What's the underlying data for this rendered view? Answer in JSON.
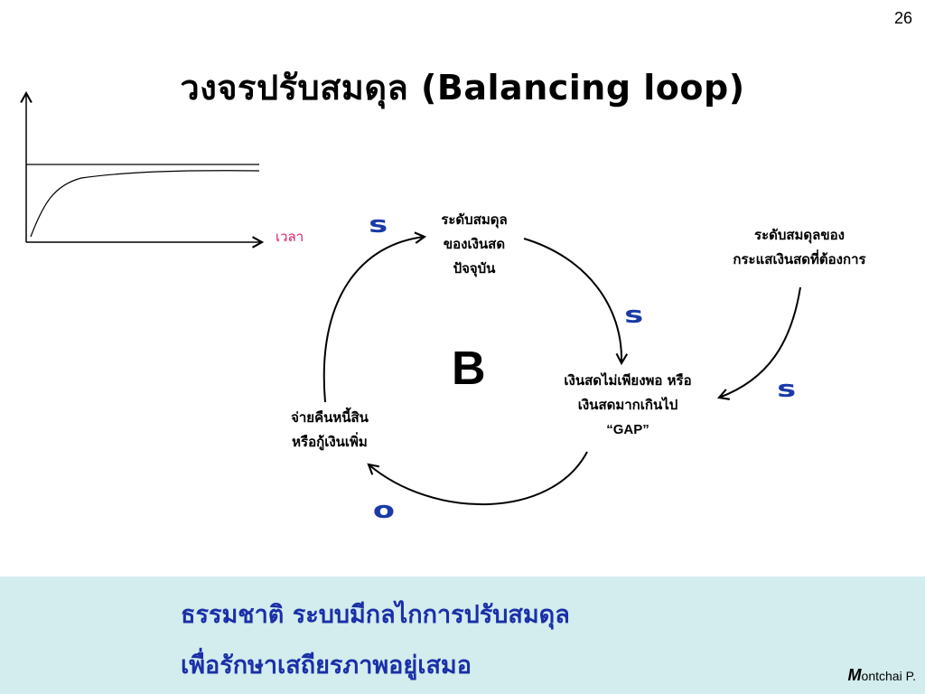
{
  "slide_number": "26",
  "title": "วงจรปรับสมดุล (Balancing loop)",
  "graph": {
    "x_axis_label": "เวลา"
  },
  "nodes": {
    "current_balance": [
      "ระดับสมดุล",
      "ของเงินสด",
      "ปัจจุบัน"
    ],
    "desired_balance": [
      "ระดับสมดุลของ",
      "กระแสเงินสดที่ต้องการ"
    ],
    "gap": [
      "เงินสดไม่เพียงพอ หรือ",
      "เงินสดมากเกินไป",
      "“GAP”"
    ],
    "action": [
      "จ่ายคืนหนี้สิน",
      "หรือกู้เงินเพิ่ม"
    ]
  },
  "polarities": {
    "action_to_current": "s",
    "current_to_gap": "s",
    "desired_to_gap": "s",
    "gap_to_action": "o"
  },
  "loop_type": "B",
  "footer": {
    "line1": "ธรรมชาติ  ระบบมีกลไกการปรับสมดุล",
    "line2": "เพื่อรักษาเสถียรภาพอยู่เสมอ"
  },
  "author": {
    "first_letter": "M",
    "rest": "ontchai P."
  },
  "colors": {
    "polarity": "#1a3aa8",
    "time_label": "#d81b6b",
    "footer_bg": "#d3eced",
    "footer_text": "#1a2fa8"
  }
}
